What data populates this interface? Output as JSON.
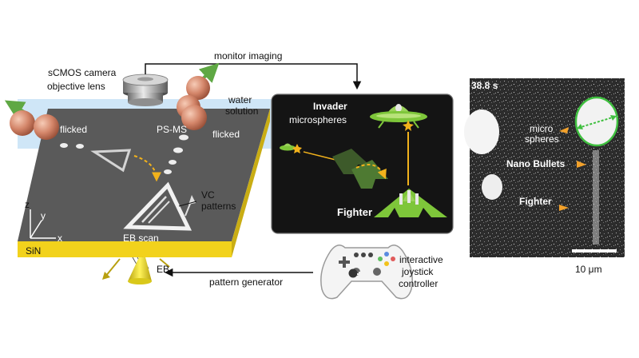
{
  "left_panel": {
    "camera_label": "sCMOS camera",
    "objective_label": "objective lens",
    "monitor_label": "monitor imaging",
    "water_label_1": "water",
    "water_label_2": "solution",
    "ps_ms_label": "PS-MS",
    "flicked_left": "flicked",
    "flicked_right": "flicked",
    "vc_label_1": "VC",
    "vc_label_2": "patterns",
    "eb_scan_label": "EB scan",
    "sin_label": "SiN",
    "eb_label": "EB",
    "pattern_label": "pattern generator",
    "axis_z": "z",
    "axis_y": "y",
    "axis_x": "x"
  },
  "game_panel": {
    "invader_label_1": "Invader",
    "invader_label_2": "microspheres",
    "fighter_label": "Fighter"
  },
  "controller": {
    "label_1": "interactive",
    "label_2": "joystick",
    "label_3": "controller"
  },
  "micrograph": {
    "timestamp": "38.8 s",
    "micro_label_1": "micro",
    "micro_label_2": "spheres",
    "bullets_label": "Nano Bullets",
    "fighter_label": "Fighter",
    "scale_label": "10 μm"
  },
  "colors": {
    "substrate": "#5a5a5a",
    "sin_layer": "#f2d21c",
    "water": "#cfe6f7",
    "game_bg": "#141414",
    "game_green": "#7ec63a",
    "sphere": "#d4866a",
    "beam": "#e8e021",
    "arrow_orange": "#f2a12b",
    "ring_green": "#3fbf3f"
  }
}
